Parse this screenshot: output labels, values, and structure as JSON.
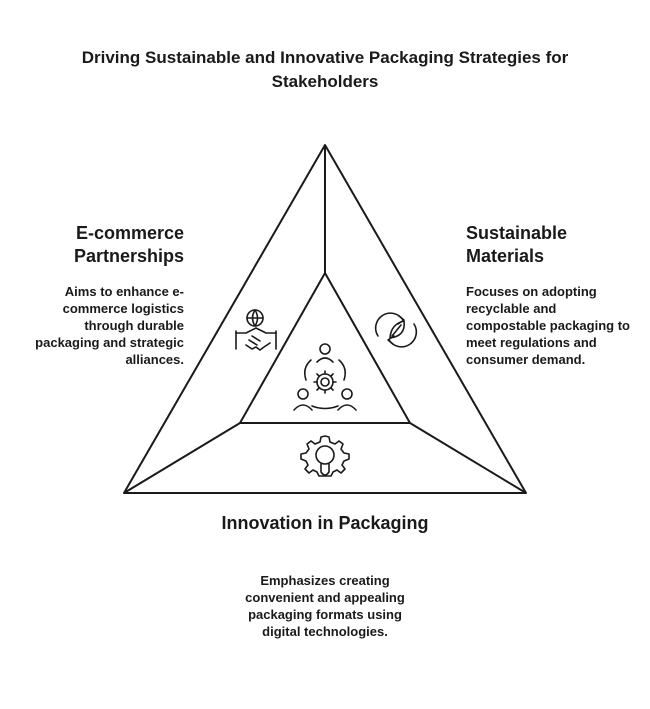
{
  "title": "Driving Sustainable and Innovative Packaging Strategies for Stakeholders",
  "segments": {
    "left": {
      "heading": "E-commerce Partnerships",
      "description": "Aims to enhance e-commerce logistics through durable packaging and strategic alliances.",
      "icon": "handshake-globe-icon"
    },
    "right": {
      "heading": "Sustainable Materials",
      "description": "Focuses on adopting recyclable and compostable packaging to meet regulations and consumer demand.",
      "icon": "recycle-leaf-icon"
    },
    "bottom": {
      "heading": "Innovation in Packaging",
      "description": "Emphasizes creating convenient and appealing packaging formats using digital technologies.",
      "icon": "gear-lightbulb-icon"
    },
    "center": {
      "icon": "stakeholders-gear-icon"
    }
  },
  "colors": {
    "stroke": "#1a1a1a",
    "background": "#ffffff"
  }
}
